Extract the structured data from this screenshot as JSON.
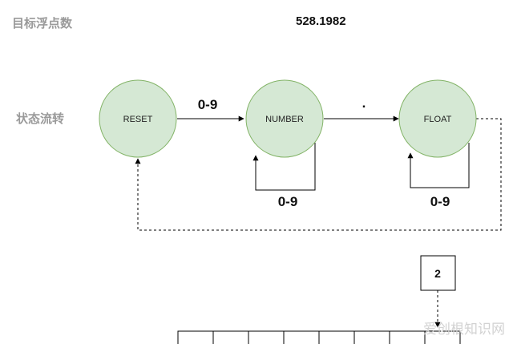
{
  "labels": {
    "target_float": "目标浮点数",
    "state_transition": "状态流转"
  },
  "target_value": "528.1982",
  "states": {
    "reset": "RESET",
    "number": "NUMBER",
    "float": "FLOAT"
  },
  "edges": {
    "reset_to_number": "0-9",
    "number_to_float": ".",
    "number_loop": "0-9",
    "float_loop": "0-9"
  },
  "pointer_box": "2",
  "watermark": "爱创根知识网",
  "colors": {
    "state_fill": "#d5e8d4",
    "state_stroke": "#82b366",
    "line": "#000000"
  }
}
